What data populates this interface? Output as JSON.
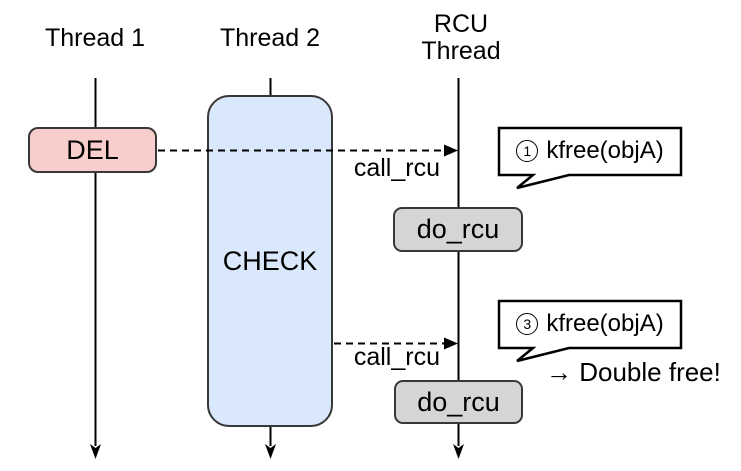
{
  "threads": [
    {
      "id": "thread1",
      "label": "Thread 1"
    },
    {
      "id": "thread2",
      "label": "Thread 2"
    },
    {
      "id": "rcu",
      "label": "RCU Thread",
      "lines": [
        "RCU",
        "Thread"
      ]
    }
  ],
  "boxes": {
    "del": {
      "label": "DEL"
    },
    "check": {
      "label": "CHECK"
    },
    "do_rcu_1": {
      "label": "do_rcu"
    },
    "do_rcu_2": {
      "label": "do_rcu"
    }
  },
  "arrows": [
    {
      "label": "call_rcu"
    },
    {
      "label": "call_rcu"
    }
  ],
  "callouts": [
    {
      "num": "1",
      "text": "kfree(objA)"
    },
    {
      "num": "3",
      "text": "kfree(objA)"
    }
  ],
  "note": "→ Double free!",
  "colors": {
    "del_fill": "#f8cecc",
    "check_fill": "#dae8fc",
    "do_rcu_fill": "#d5d5d5",
    "bubble_fill": "#ffffff",
    "stroke": "#383838",
    "line": "#000000",
    "text": "#000000",
    "background": "#ffffff"
  }
}
